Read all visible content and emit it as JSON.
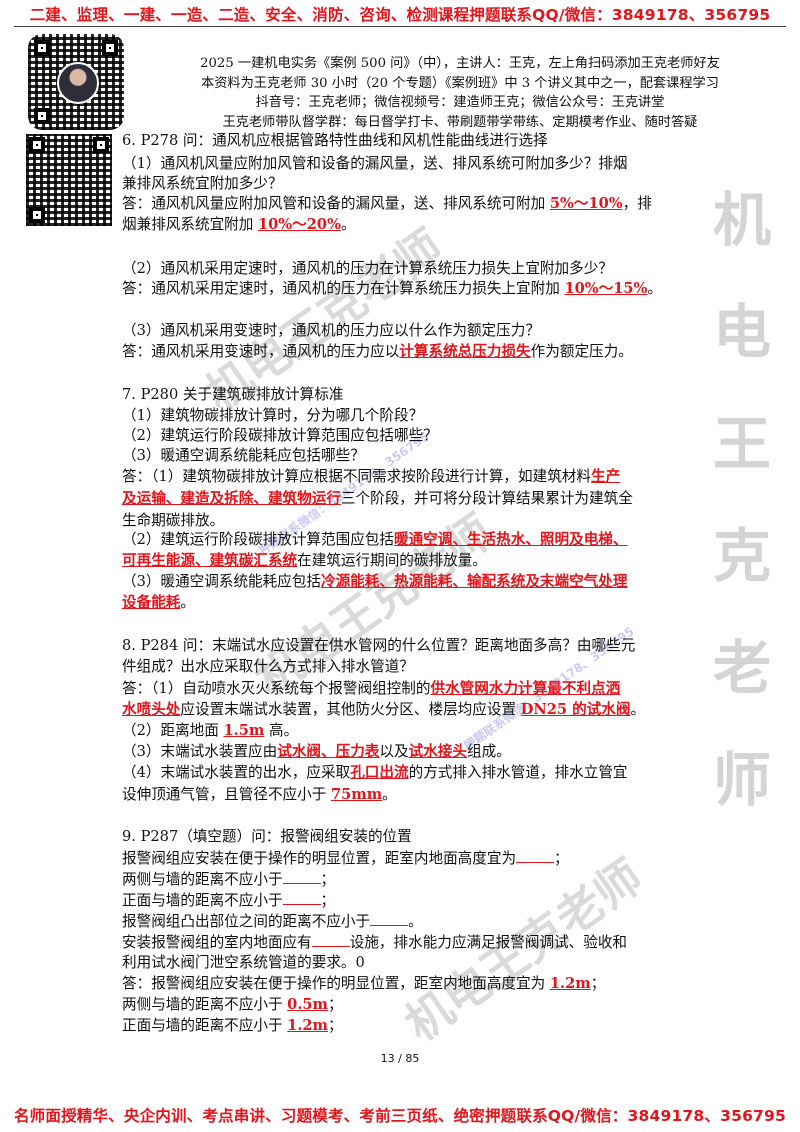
{
  "banners": {
    "top": "二建、监理、一建、一造、二造、安全、消防、咨询、检测课程押题联系QQ/微信：3849178、356795",
    "bottom": "名师面授精华、央企内训、考点串讲、习题模考、考前三页纸、绝密押题联系QQ/微信：3849178、356795"
  },
  "header": [
    "2025 一建机电实务《案例 500 问》（中），主讲人：王克，左上角扫码添加王克老师好友",
    "本资料为王克老师 30 小时（20 个专题）《案例班》中 3 个讲义其中之一，配套课程学习",
    "抖音号：王克老师；微信视频号：建造师王克；微信公众号：王克讲堂",
    "王克老师带队督学群：每日督学打卡、带刷题带学带练、定期模考作业、随时答疑"
  ],
  "watermark": {
    "side": [
      "机",
      "电",
      "王",
      "克",
      "老",
      "师"
    ],
    "diagonal": "机电王克老师",
    "small": "押题联系微信：3849178、356795"
  },
  "lines": {
    "l01": "6. P278 问：通风机应根据管路特性曲线和风机性能曲线进行选择",
    "l02": "（1）通风机风量应附加风管和设备的漏风量，送、排风系统可附加多少？排烟",
    "l03": "兼排风系统宜附加多少？",
    "l04a": "答：通风机风量应附加风管和设备的漏风量，送、排风系统可附加 ",
    "l04b": "5%～10%",
    "l04c": "，排",
    "l05a": "烟兼排风系统宜附加 ",
    "l05b": "10%～20%",
    "l05c": "。",
    "l06": "（2）通风机采用定速时，通风机的压力在计算系统压力损失上宜附加多少？",
    "l07a": "答：通风机采用定速时，通风机的压力在计算系统压力损失上宜附加 ",
    "l07b": "10%～15%",
    "l07c": "。",
    "l08": "（3）通风机采用变速时，通风机的压力应以什么作为额定压力？",
    "l09a": "答：通风机采用变速时，通风机的压力应以",
    "l09b": "计算系统总压力损失",
    "l09c": "作为额定压力。",
    "l10": "7. P280 关于建筑碳排放计算标准",
    "l11": "（1）建筑物碳排放计算时，分为哪几个阶段？",
    "l12": "（2）建筑运行阶段碳排放计算范围应包括哪些？",
    "l13": "（3）暖通空调系统能耗应包括哪些？",
    "l14a": "答：（1）建筑物碳排放计算应根据不同需求按阶段进行计算，如建筑材料",
    "l14b": "生产",
    "l15a": "及运输、建造及拆除、建筑物运行",
    "l15b": "三个阶段，并可将分段计算结果累计为建筑全",
    "l16": "生命期碳排放。",
    "l17a": "（2）建筑运行阶段碳排放计算范围应包括",
    "l17b": "暖通空调、生活热水、照明及电梯、",
    "l18a": "可再生能源、建筑碳汇系统",
    "l18b": "在建筑运行期间的碳排放量。",
    "l19a": "（3）暖通空调系统能耗应包括",
    "l19b": "冷源能耗、热源能耗、输配系统及末端空气处理",
    "l20a": "设备能耗",
    "l20b": "。",
    "l21": "8. P284 问：末端试水应设置在供水管网的什么位置？距离地面多高？由哪些元",
    "l22": "件组成？出水应采取什么方式排入排水管道？",
    "l23a": "答：（1）自动喷水灭火系统每个报警阀组控制的",
    "l23b": "供水管网水力计算最不利点洒",
    "l24a": "水喷头处",
    "l24b": "应设置末端试水装置，其他防火分区、楼层均应设置 ",
    "l24c": "DN25 的试水阀",
    "l24d": "。",
    "l25a": "（2）距离地面 ",
    "l25b": "1.5m",
    "l25c": " 高。",
    "l26a": "（3）末端试水装置应由",
    "l26b": "试水阀、压力表",
    "l26c": "以及",
    "l26d": "试水接头",
    "l26e": "组成。",
    "l27a": "（4）末端试水装置的出水，应采取",
    "l27b": "孔口出流",
    "l27c": "的方式排入排水管道，排水立管宜",
    "l28a": "设伸顶通气管，且管径不应小于 ",
    "l28b": "75mm",
    "l28c": "。",
    "l29": "9. P287（填空题）问：报警阀组安装的位置",
    "l30a": "报警阀组应安装在便于操作的明显位置，距室内地面高度宜为",
    "l30b": "；",
    "l31a": "两侧与墙的距离不应小于",
    "l31b": "；",
    "l32a": "正面与墙的距离不应小于",
    "l32b": "；",
    "l33a": "报警阀组凸出部位之间的距离不应小于",
    "l33b": "。",
    "l34a": "安装报警阀组的室内地面应有",
    "l34b": "设施，排水能力应满足报警阀调试、验收和",
    "l35": "利用试水阀门泄空系统管道的要求。0",
    "l36a": "答：报警阀组应安装在便于操作的明显位置，距室内地面高度宜为 ",
    "l36b": "1.2m",
    "l36c": "；",
    "l37a": "两侧与墙的距离不应小于 ",
    "l37b": "0.5m",
    "l37c": "；",
    "l38a": "正面与墙的距离不应小于 ",
    "l38b": "1.2m",
    "l38c": "；"
  },
  "page_number": "13 / 85",
  "colors": {
    "accent": "#e4141b",
    "watermark": "#d4d4d4"
  }
}
